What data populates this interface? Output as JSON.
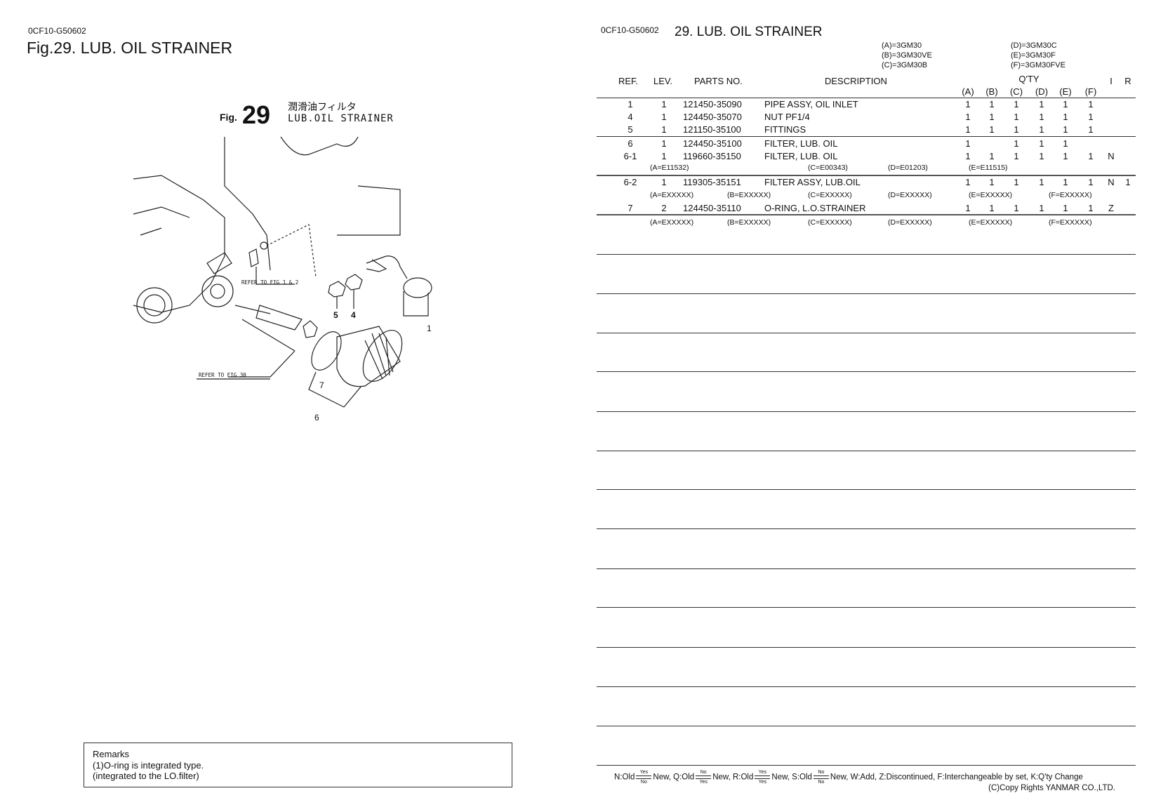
{
  "left_page": {
    "doc_code": "0CF10-G50602",
    "title": "Fig.29.  LUB. OIL STRAINER",
    "diagram": {
      "fig_prefix": "Fig.",
      "fig_number": "29",
      "title_jp": "潤滑油フィルタ",
      "title_en": "LUB.OIL STRAINER",
      "refer_1": "REFER TO FIG 1 & 2",
      "refer_2": "REFER TO FIG 30",
      "callouts": [
        "1",
        "4",
        "5",
        "6",
        "7"
      ]
    },
    "remarks": {
      "heading": "Remarks",
      "line1": "(1)O-ring is integrated type.",
      "line2": "(integrated to the LO.filter)"
    }
  },
  "right_page": {
    "doc_code": "0CF10-G50602",
    "title": "29.  LUB. OIL STRAINER",
    "models": [
      "(A)=3GM30",
      "(B)=3GM30VE",
      "(C)=3GM30B",
      "(D)=3GM30C",
      "(E)=3GM30F",
      "(F)=3GM30FVE"
    ],
    "headers": {
      "ref": "REF.",
      "lev": "LEV.",
      "parts_no": "PARTS NO.",
      "description": "DESCRIPTION",
      "qty": "Q'TY",
      "i": "I",
      "r": "R",
      "qty_cols": [
        "(A)",
        "(B)",
        "(C)",
        "(D)",
        "(E)",
        "(F)"
      ]
    },
    "rows": [
      {
        "ref": "1",
        "lev": "1",
        "part": "121450-35090",
        "desc": "PIPE ASSY, OIL INLET",
        "qty": [
          "1",
          "1",
          "1",
          "1",
          "1",
          "1"
        ],
        "i": "",
        "r": ""
      },
      {
        "ref": "4",
        "lev": "1",
        "part": "124450-35070",
        "desc": "NUT PF1/4",
        "qty": [
          "1",
          "1",
          "1",
          "1",
          "1",
          "1"
        ],
        "i": "",
        "r": ""
      },
      {
        "ref": "5",
        "lev": "1",
        "part": "121150-35100",
        "desc": "FITTINGS",
        "qty": [
          "1",
          "1",
          "1",
          "1",
          "1",
          "1"
        ],
        "i": "",
        "r": ""
      },
      {
        "ref": "6",
        "lev": "1",
        "part": "124450-35100",
        "desc": "FILTER, LUB. OIL",
        "qty": [
          "1",
          "",
          "1",
          "1",
          "1",
          ""
        ],
        "i": "",
        "r": ""
      },
      {
        "ref": "6-1",
        "lev": "1",
        "part": "119660-35150",
        "desc": "FILTER, LUB. OIL",
        "qty": [
          "1",
          "1",
          "1",
          "1",
          "1",
          "1"
        ],
        "i": "N",
        "r": ""
      },
      {
        "ref": "6-2",
        "lev": "1",
        "part": "119305-35151",
        "desc": "FILTER ASSY, LUB.OIL",
        "qty": [
          "1",
          "1",
          "1",
          "1",
          "1",
          "1"
        ],
        "i": "N",
        "r": "1"
      },
      {
        "ref": "7",
        "lev": "2",
        "part": "124450-35110",
        "desc": "O-RING, L.O.STRAINER",
        "qty": [
          "1",
          "1",
          "1",
          "1",
          "1",
          "1"
        ],
        "i": "Z",
        "r": ""
      }
    ],
    "serial_notes": [
      [
        "(A=E11532)",
        "",
        "(C=E00343)",
        "(D=E01203)",
        "(E=E11515)",
        ""
      ],
      [
        "(A=EXXXXX)",
        "(B=EXXXXX)",
        "(C=EXXXXX)",
        "(D=EXXXXX)",
        "(E=EXXXXX)",
        "(F=EXXXXX)"
      ],
      [
        "(A=EXXXXX)",
        "(B=EXXXXX)",
        "(C=EXXXXX)",
        "(D=EXXXXX)",
        "(E=EXXXXX)",
        "(F=EXXXXX)"
      ]
    ],
    "legend": {
      "n": "N:Old",
      "n_top": "Yes",
      "n_bot": "No",
      "q": "New, Q:Old",
      "q_top": "No",
      "q_bot": "Yes",
      "r": "New, R:Old",
      "r_top": "Yes",
      "r_bot": "Yes",
      "s": "New, S:Old",
      "s_top": "No",
      "s_bot": "No",
      "rest": "New, W:Add, Z:Discontinued, F:Interchangeable by set, K:Q'ty Change"
    },
    "copyright": "(C)Copy Rights YANMAR CO.,LTD."
  }
}
